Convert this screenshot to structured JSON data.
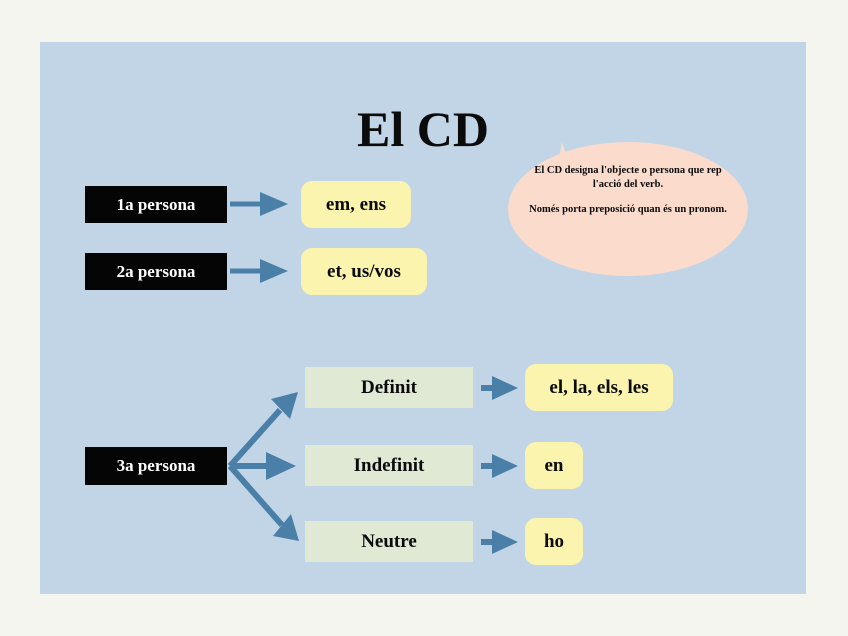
{
  "slide": {
    "title": "El CD",
    "background_color": "#c1d5e6",
    "page_background_color": "#f5f5f0"
  },
  "callout": {
    "name": "speech-bubble",
    "fill_color": "#fadbcc",
    "paragraph_1": "El CD designa l'objecte o persona que rep l'acció del verb.",
    "paragraph_2": "Només porta preposició quan és un pronom."
  },
  "colors": {
    "black_node": "#050505",
    "yellow_node": "#fbf4ae",
    "green_node": "#dfe9d4",
    "arrow": "#4a7fa8"
  },
  "rows": [
    {
      "source": "1a persona",
      "result": "em, ens"
    },
    {
      "source": "2a persona",
      "result": "et, us/vos"
    }
  ],
  "third_person": {
    "source": "3a persona",
    "branches": [
      {
        "kind": "Definit",
        "result": "el, la, els, les"
      },
      {
        "kind": "Indefinit",
        "result": "en"
      },
      {
        "kind": "Neutre",
        "result": "ho"
      }
    ]
  }
}
